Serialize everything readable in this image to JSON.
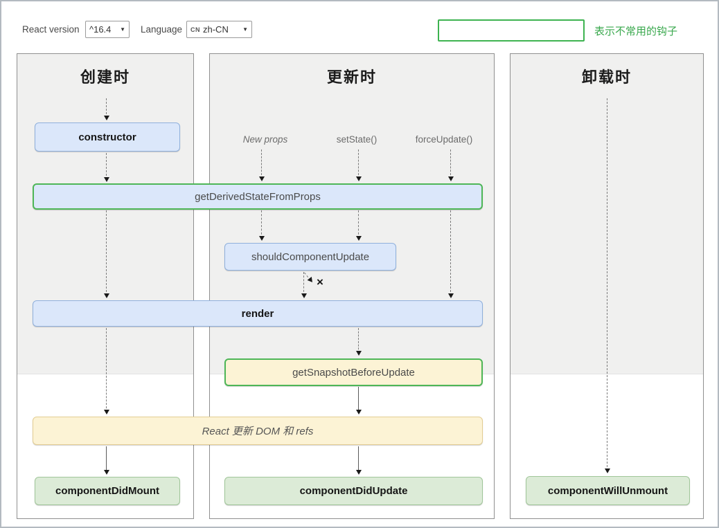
{
  "toolbar": {
    "react_version_label": "React version",
    "react_version_value": "^16.4",
    "language_label": "Language",
    "language_badge": "CN",
    "language_value": "zh-CN",
    "dropdown_caret": "▼",
    "legend_text": "表示不常用的钩子"
  },
  "columns": {
    "mounting": {
      "title": "创建时"
    },
    "updating": {
      "title": "更新时"
    },
    "unmounting": {
      "title": "卸载时"
    }
  },
  "triggers": {
    "new_props": "New props",
    "set_state": "setState()",
    "force_update": "forceUpdate()"
  },
  "hooks": {
    "constructor": "constructor",
    "get_derived_state_from_props": "getDerivedStateFromProps",
    "should_component_update": "shouldComponentUpdate",
    "render": "render",
    "get_snapshot_before_update": "getSnapshotBeforeUpdate",
    "react_updates_dom": "React 更新 DOM 和 refs",
    "component_did_mount": "componentDidMount",
    "component_did_update": "componentDidUpdate",
    "component_will_unmount": "componentWillUnmount"
  },
  "marks": {
    "skip_update": "×"
  },
  "colors": {
    "common_hook_fill": "#dbe7fa",
    "common_hook_border": "#8fb0dc",
    "uncommon_hook_border": "#4db656",
    "side_effect_fill": "#fcf3d5",
    "side_effect_border": "#e3cd92",
    "commit_hook_fill": "#dcebd7",
    "commit_hook_border": "#a0c699",
    "legend_green": "#3db350",
    "phase_background": "#f0f0ef"
  }
}
